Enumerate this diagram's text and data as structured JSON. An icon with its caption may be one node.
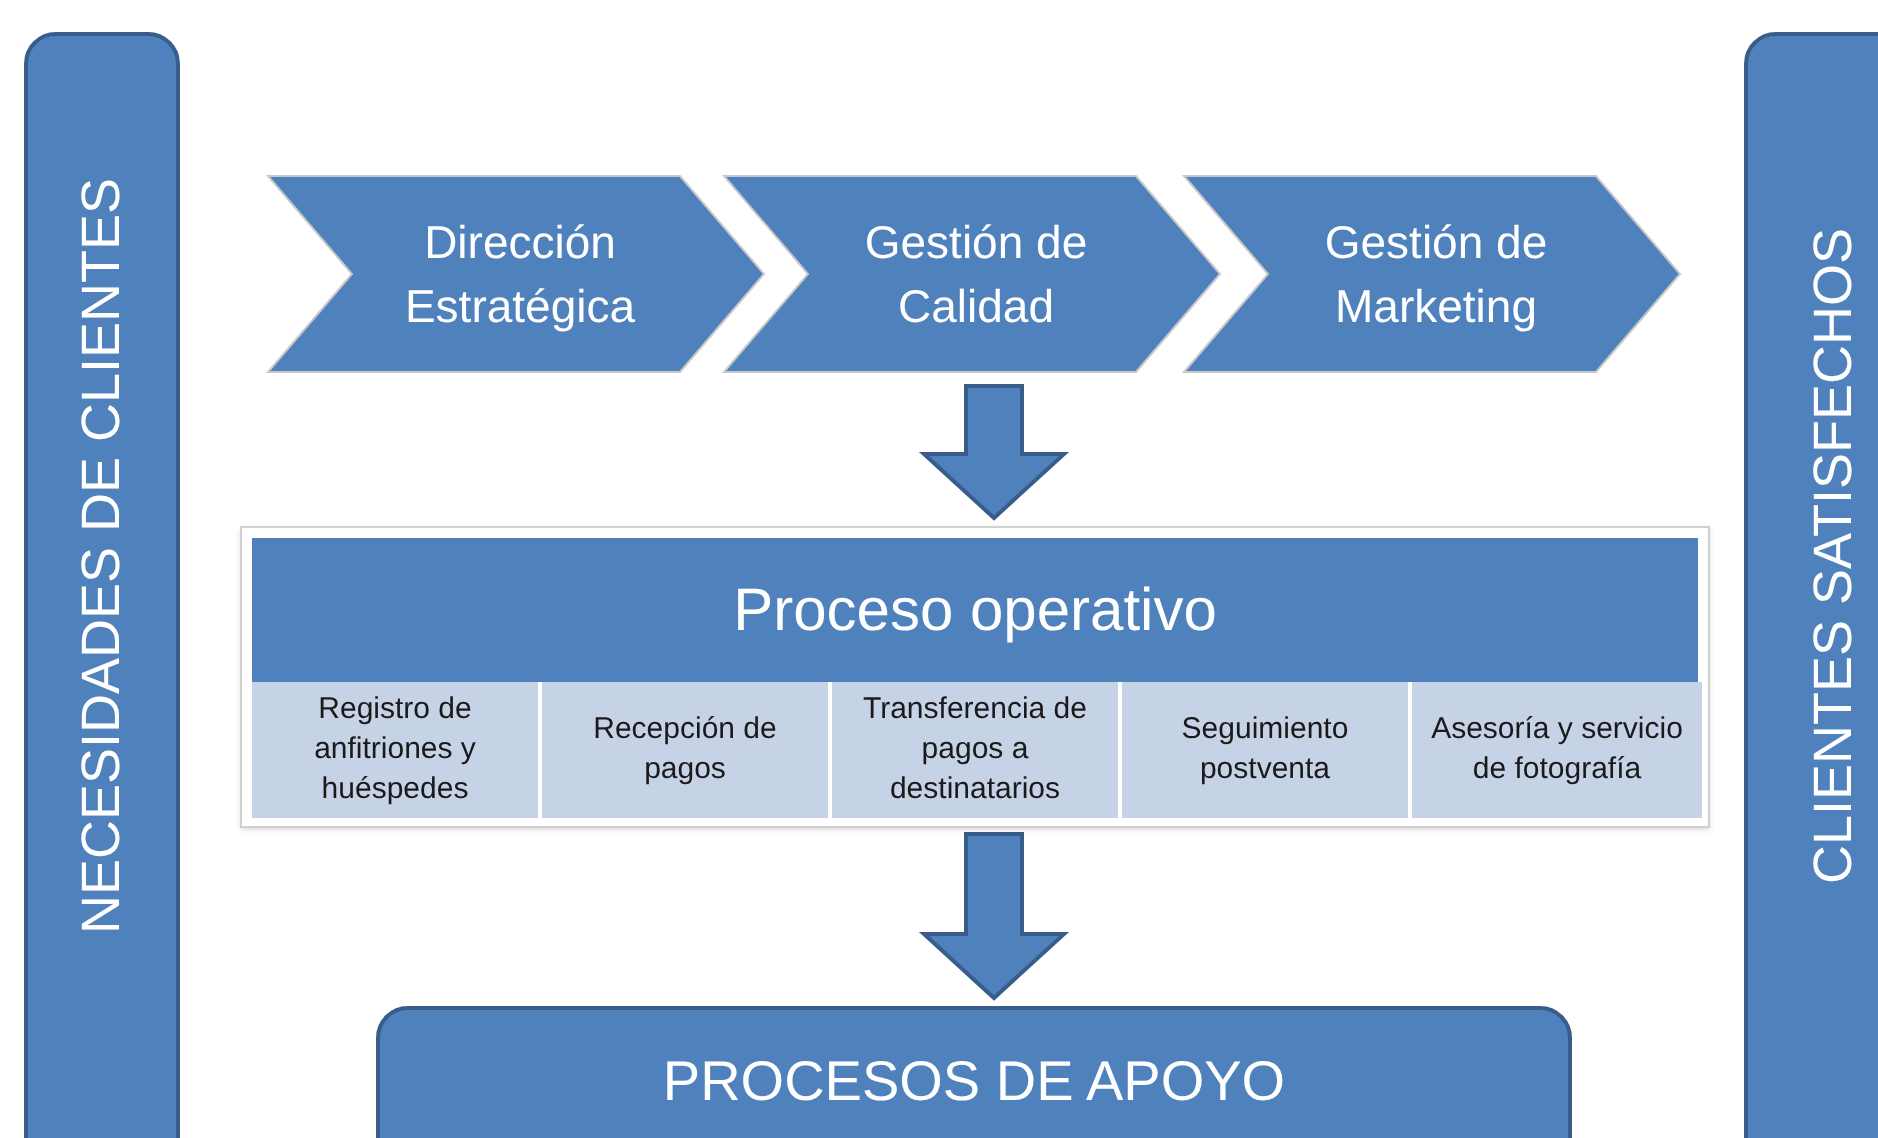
{
  "diagram": {
    "nodes": [
      {
        "text": [
          "NECESIDADES DE CLIENTES"
        ]
      },
      {
        "text": [
          "Dirección Estratégica"
        ]
      },
      {
        "text": [
          "Gestión de Calidad"
        ]
      },
      {
        "text": [
          "Gestión de Marketing"
        ]
      },
      {
        "text": [
          "Proceso operativo"
        ]
      },
      {
        "text": [
          "Registro de anfitriones y huéspedes"
        ],
        "in": 4
      },
      {
        "text": [
          "Recepción de pagos"
        ],
        "in": 4
      },
      {
        "text": [
          "Transferencia de pagos a destinatarios"
        ],
        "in": 4
      },
      {
        "text": [
          "Seguimiento postventa"
        ],
        "in": 4
      },
      {
        "text": [
          "Asesoría y servicio de fotografía"
        ],
        "in": 4
      },
      {
        "text": [
          "PROCESOS DE APOYO"
        ]
      },
      {
        "text": [
          "CLIENTES SATISFECHOS"
        ]
      }
    ],
    "edges": [
      {
        "from": 2,
        "to": 4,
        "arrow": "to",
        "style": "thick"
      },
      {
        "from": 4,
        "to": 10,
        "arrow": "to",
        "style": "thick"
      }
    ]
  }
}
